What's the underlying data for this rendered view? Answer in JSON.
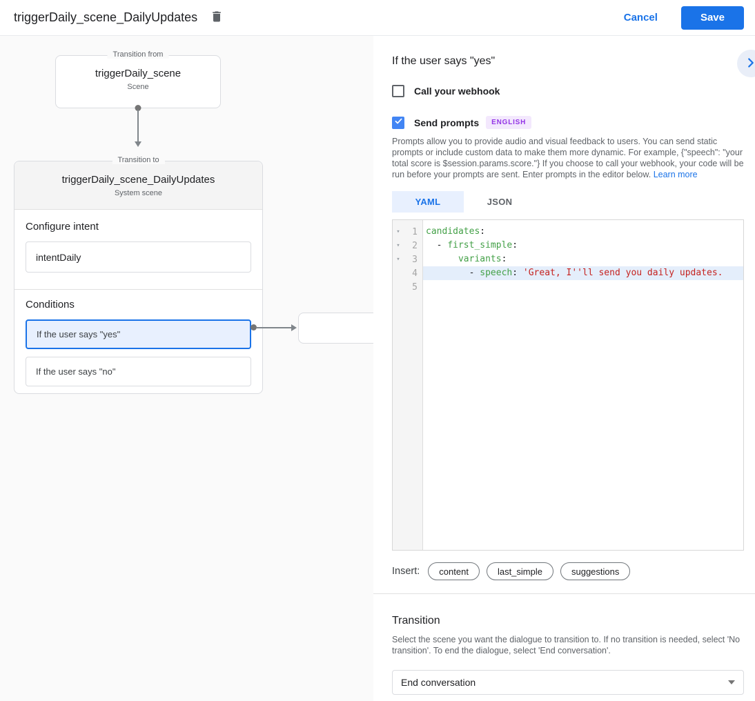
{
  "header": {
    "title": "triggerDaily_scene_DailyUpdates",
    "cancel_label": "Cancel",
    "save_label": "Save"
  },
  "canvas": {
    "from_node": {
      "legend": "Transition from",
      "title": "triggerDaily_scene",
      "subtitle": "Scene"
    },
    "to_node": {
      "legend": "Transition to",
      "title": "triggerDaily_scene_DailyUpdates",
      "subtitle": "System scene",
      "configure_intent_label": "Configure intent",
      "intent_value": "intentDaily",
      "conditions_label": "Conditions",
      "conditions": [
        {
          "label": "If the user says \"yes\"",
          "selected": true
        },
        {
          "label": "If the user says \"no\"",
          "selected": false
        }
      ]
    }
  },
  "panel": {
    "title": "If the user says \"yes\"",
    "webhook": {
      "label": "Call your webhook",
      "checked": false
    },
    "send_prompts": {
      "label": "Send prompts",
      "checked": true,
      "badge": "ENGLISH"
    },
    "description": "Prompts allow you to provide audio and visual feedback to users. You can send static prompts or include custom data to make them more dynamic. For example, {\"speech\": \"your total score is $session.params.score.\"} If you choose to call your webhook, your code will be run before your prompts are sent. Enter prompts in the editor below.",
    "learn_more_label": "Learn more",
    "tabs": [
      {
        "label": "YAML",
        "active": true
      },
      {
        "label": "JSON",
        "active": false
      }
    ],
    "editor": {
      "lines": [
        {
          "n": 1,
          "fold": true,
          "hl": false,
          "segs": [
            [
              "key",
              "candidates"
            ],
            [
              "plain",
              ":"
            ]
          ]
        },
        {
          "n": 2,
          "fold": true,
          "hl": false,
          "segs": [
            [
              "plain",
              "  - "
            ],
            [
              "key",
              "first_simple"
            ],
            [
              "plain",
              ":"
            ]
          ]
        },
        {
          "n": 3,
          "fold": true,
          "hl": false,
          "segs": [
            [
              "plain",
              "      "
            ],
            [
              "key",
              "variants"
            ],
            [
              "plain",
              ":"
            ]
          ]
        },
        {
          "n": 4,
          "fold": false,
          "hl": true,
          "segs": [
            [
              "plain",
              "        - "
            ],
            [
              "key",
              "speech"
            ],
            [
              "plain",
              ": "
            ],
            [
              "str",
              "'Great, I''ll send you daily updates."
            ]
          ]
        },
        {
          "n": 5,
          "fold": false,
          "hl": false,
          "segs": []
        }
      ]
    },
    "insert": {
      "label": "Insert:",
      "chips": [
        "content",
        "last_simple",
        "suggestions"
      ]
    },
    "transition": {
      "title": "Transition",
      "description": "Select the scene you want the dialogue to transition to. If no transition is needed, select 'No transition'. To end the dialogue, select 'End conversation'.",
      "dropdown_value": "End conversation"
    }
  },
  "icons": {
    "delete-icon": "trash-can",
    "expand-icon": "chevron-right",
    "check-icon": "checkmark",
    "collapse-icon": "triangle-down",
    "dropdown-caret-icon": "caret-down"
  },
  "colors": {
    "accent_blue": "#1a73e8",
    "checkbox_blue": "#4285f4",
    "selected_condition_bg": "#e8f0fe",
    "tab_active_bg": "#e8f0fe",
    "badge_bg": "#f3e8fd",
    "badge_text": "#9334e6",
    "code_key": "#43a047",
    "code_string": "#c5221f",
    "line_highlight": "#e4eefb",
    "canvas_bg": "#fafafa"
  }
}
